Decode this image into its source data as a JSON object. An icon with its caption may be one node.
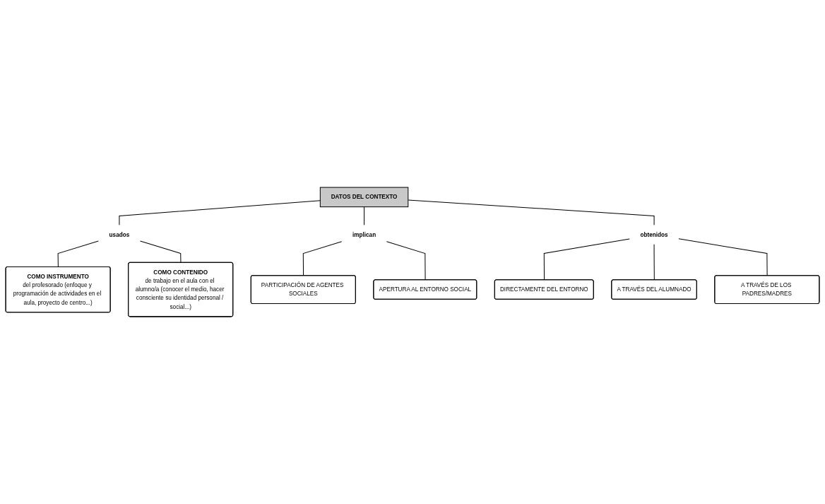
{
  "diagram": {
    "nodes": [
      {
        "text": [
          "COMO INSTRUMENTO",
          "del profesorado (enfoque y programación de actividades en el aula, proyecto de centro...)"
        ]
      },
      {
        "text": [
          "PARTICIPACIÓN DE AGENTES SOCIALES"
        ]
      },
      {
        "text": [
          "usados"
        ]
      },
      {
        "text": [
          "DATOS DEL CONTEXTO"
        ]
      },
      {
        "text": [
          "implican"
        ]
      },
      {
        "text": [
          "COMO CONTENIDO",
          "de trabajo en el aula con el alumno/a (conocer el medio, hacer consciente su identidad personal / social...)"
        ]
      },
      {
        "text": [
          "APERTURA AL ENTORNO SOCIAL"
        ]
      },
      {
        "text": [
          "obtenidos"
        ]
      },
      {
        "text": [
          "DIRECTAMENTE DEL ENTORNO"
        ]
      },
      {
        "text": [
          "A TRAVÉS DEL ALUMNADO"
        ]
      },
      {
        "text": [
          "A TRAVÉS DE LOS PADRES/MADRES"
        ]
      }
    ],
    "edges": [
      {
        "from": 3,
        "to": 2,
        "arrow": "none"
      },
      {
        "from": 2,
        "to": 0,
        "arrow": "none"
      },
      {
        "from": 2,
        "to": 5,
        "arrow": "none"
      },
      {
        "from": 3,
        "to": 4,
        "arrow": "none"
      },
      {
        "from": 4,
        "to": 1,
        "arrow": "none"
      },
      {
        "from": 4,
        "to": 6,
        "arrow": "none"
      },
      {
        "from": 3,
        "to": 7,
        "arrow": "none"
      },
      {
        "from": 7,
        "to": 8,
        "arrow": "none"
      },
      {
        "from": 7,
        "to": 9,
        "arrow": "none"
      },
      {
        "from": 7,
        "to": 10,
        "arrow": "none"
      }
    ]
  }
}
